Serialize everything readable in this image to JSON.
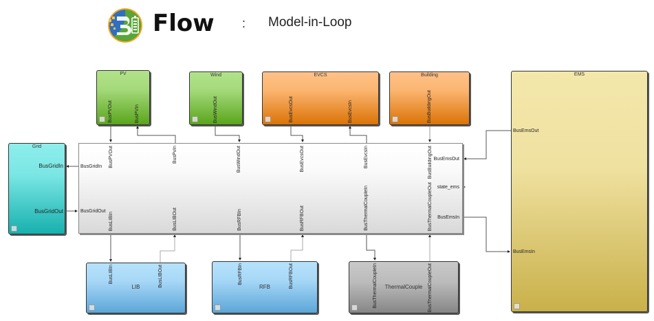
{
  "header": {
    "logo_icon": "biflow-logo-icon",
    "title": "Flow",
    "separator": ":",
    "subtitle": "Model-in-Loop"
  },
  "colors": {
    "pv": "#7ac943",
    "wind": "#7ac943",
    "evcs": "#f7941d",
    "building": "#f7941d",
    "grid": "#3dd1cf",
    "lib": "#8ec9f0",
    "rfb": "#8ec9f0",
    "thermalcouple": "#a8a8a8",
    "ems": "#e6d583",
    "main": "#eeeeee"
  },
  "blocks": {
    "pv": {
      "title": "PV",
      "ports": [
        "BusPVOut",
        "BusPVIn"
      ]
    },
    "wind": {
      "title": "Wind",
      "ports": [
        "BusWindOut"
      ]
    },
    "evcs": {
      "title": "EVCS",
      "ports": [
        "BusEvcsOut",
        "BusEvcsIn"
      ]
    },
    "building": {
      "title": "Building",
      "ports": [
        "BusBuildingOut"
      ]
    },
    "grid": {
      "title": "Grid",
      "ports": [
        "BusGridIn",
        "BusGridOut"
      ]
    },
    "ems": {
      "title": "EMS",
      "ports": [
        "BusEmsOut",
        "BusEmsIn"
      ]
    },
    "lib": {
      "title": "LIB",
      "ports": [
        "BusLIBIn",
        "BusLIBOut"
      ]
    },
    "rfb": {
      "title": "RFB",
      "ports": [
        "BusRFBIn",
        "BusRFBOut"
      ]
    },
    "thermalcouple": {
      "title": "ThermalCouple",
      "ports": [
        "BusThermalCoupleIn",
        "BusThermalCoupleOut"
      ]
    },
    "main": {
      "top_ports": [
        "BusPVOut",
        "BusPvIn",
        "BusWindOut",
        "BusEvcsOut",
        "BusEvcsIn",
        "BusBuildingOut"
      ],
      "left_ports": [
        "BusGridIn",
        "BusGridOut"
      ],
      "right_ports": [
        "BusEmsOut",
        "state_ems",
        "BusEmsIn"
      ],
      "bottom_ports": [
        "BusLIBIn",
        "BusLIBOut",
        "BusRFBIn",
        "BusRFBOut",
        "BusThermalCoupleIn",
        "BusThermalCoupleOut"
      ]
    }
  }
}
